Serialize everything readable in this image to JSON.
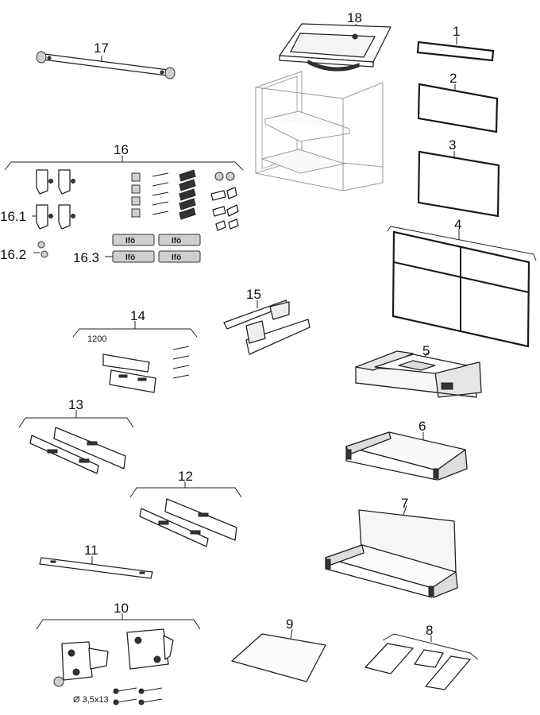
{
  "parts": {
    "p1": "1",
    "p2": "2",
    "p3": "3",
    "p4": "4",
    "p5": "5",
    "p6": "6",
    "p7": "7",
    "p8": "8",
    "p9": "9",
    "p10": "10",
    "p11": "11",
    "p12": "12",
    "p13": "13",
    "p14": "14",
    "p15": "15",
    "p16": "16",
    "p16_1": "16.1",
    "p16_2": "16.2",
    "p16_3": "16.3",
    "p17": "17",
    "p18": "18"
  },
  "labels": {
    "bracket_length": "1200",
    "screw_spec": "Ø 3,5x13",
    "brand_plate": "Ifö"
  }
}
